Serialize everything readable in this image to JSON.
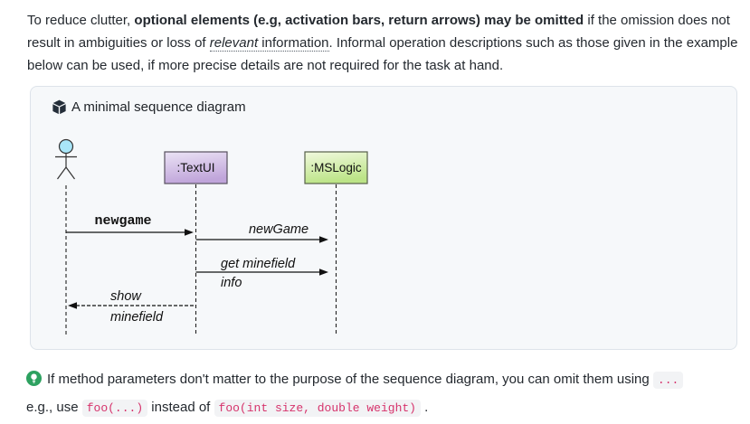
{
  "intro": {
    "text_start": "To reduce clutter, ",
    "text_bold": "optional elements (e.g, activation bars, return arrows) may be omitted",
    "text_mid": " if the omission does not result in ambiguities or loss of ",
    "term_italic": "relevant",
    "term_rest": " information",
    "text_end": ". Informal operation descriptions such as those given in the example below can be used, if more precise details are not required for the task at hand."
  },
  "example": {
    "icon": "cube-icon",
    "title": "A minimal sequence diagram",
    "diagram": {
      "participant_textui": ":TextUI",
      "participant_mslogic": ":MSLogic",
      "actor": "stick-figure-user",
      "msg_newgame": "newgame",
      "msg_newGame": "newGame",
      "msg_get_line1": "get minefield",
      "msg_get_line2": "info",
      "msg_show_line1": "show",
      "msg_show_line2": "minefield",
      "colors": {
        "textui_top": "#ebe3f5",
        "textui_bottom": "#c0a5da",
        "mslogic_top": "#f1f9de",
        "mslogic_bottom": "#bce487",
        "actor_head": "#a9e6f8",
        "line": "#1a1a1a"
      }
    }
  },
  "note": {
    "icon": "lightbulb-icon",
    "icon_color": "#2da160",
    "text_1": "If method parameters don't matter to the purpose of the sequence diagram, you can omit them using",
    "code_1": "...",
    "text_2": " e.g., use ",
    "code_2": "foo(...)",
    "text_3": " instead of ",
    "code_3": "foo(int size, double weight)",
    "text_4": " .",
    "code_color": "#d6336c",
    "code_bg": "#f2f3f5"
  },
  "page_colors": {
    "card_bg": "#f6f8fa",
    "card_border": "#dde3ea",
    "header_icon_dark": "#242e39"
  }
}
